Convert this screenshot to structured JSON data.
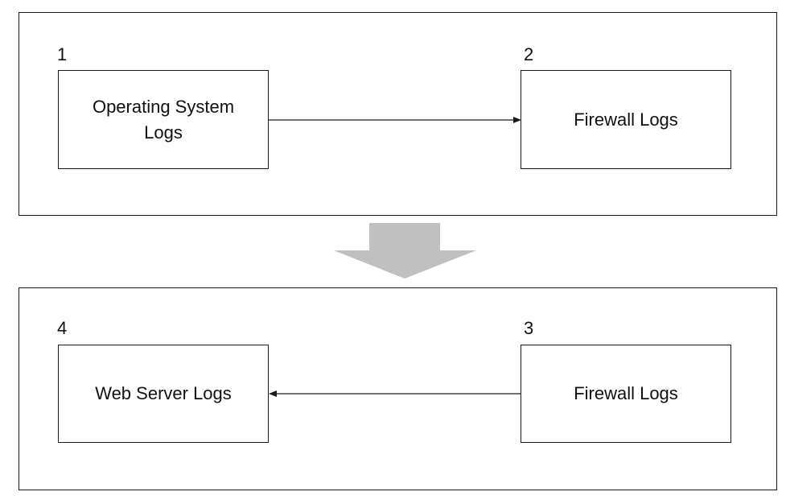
{
  "steps": [
    {
      "number": "1",
      "label": "Operating System Logs"
    },
    {
      "number": "2",
      "label": "Firewall Logs"
    },
    {
      "number": "3",
      "label": "Firewall Logs"
    },
    {
      "number": "4",
      "label": "Web Server Logs"
    }
  ],
  "colors": {
    "line": "#1a1a1a",
    "transition_arrow": "#c0c0c0"
  },
  "icons": {
    "transition": "down-block-arrow-icon",
    "connector_top": "arrow-right-icon",
    "connector_bottom": "arrow-left-icon"
  }
}
